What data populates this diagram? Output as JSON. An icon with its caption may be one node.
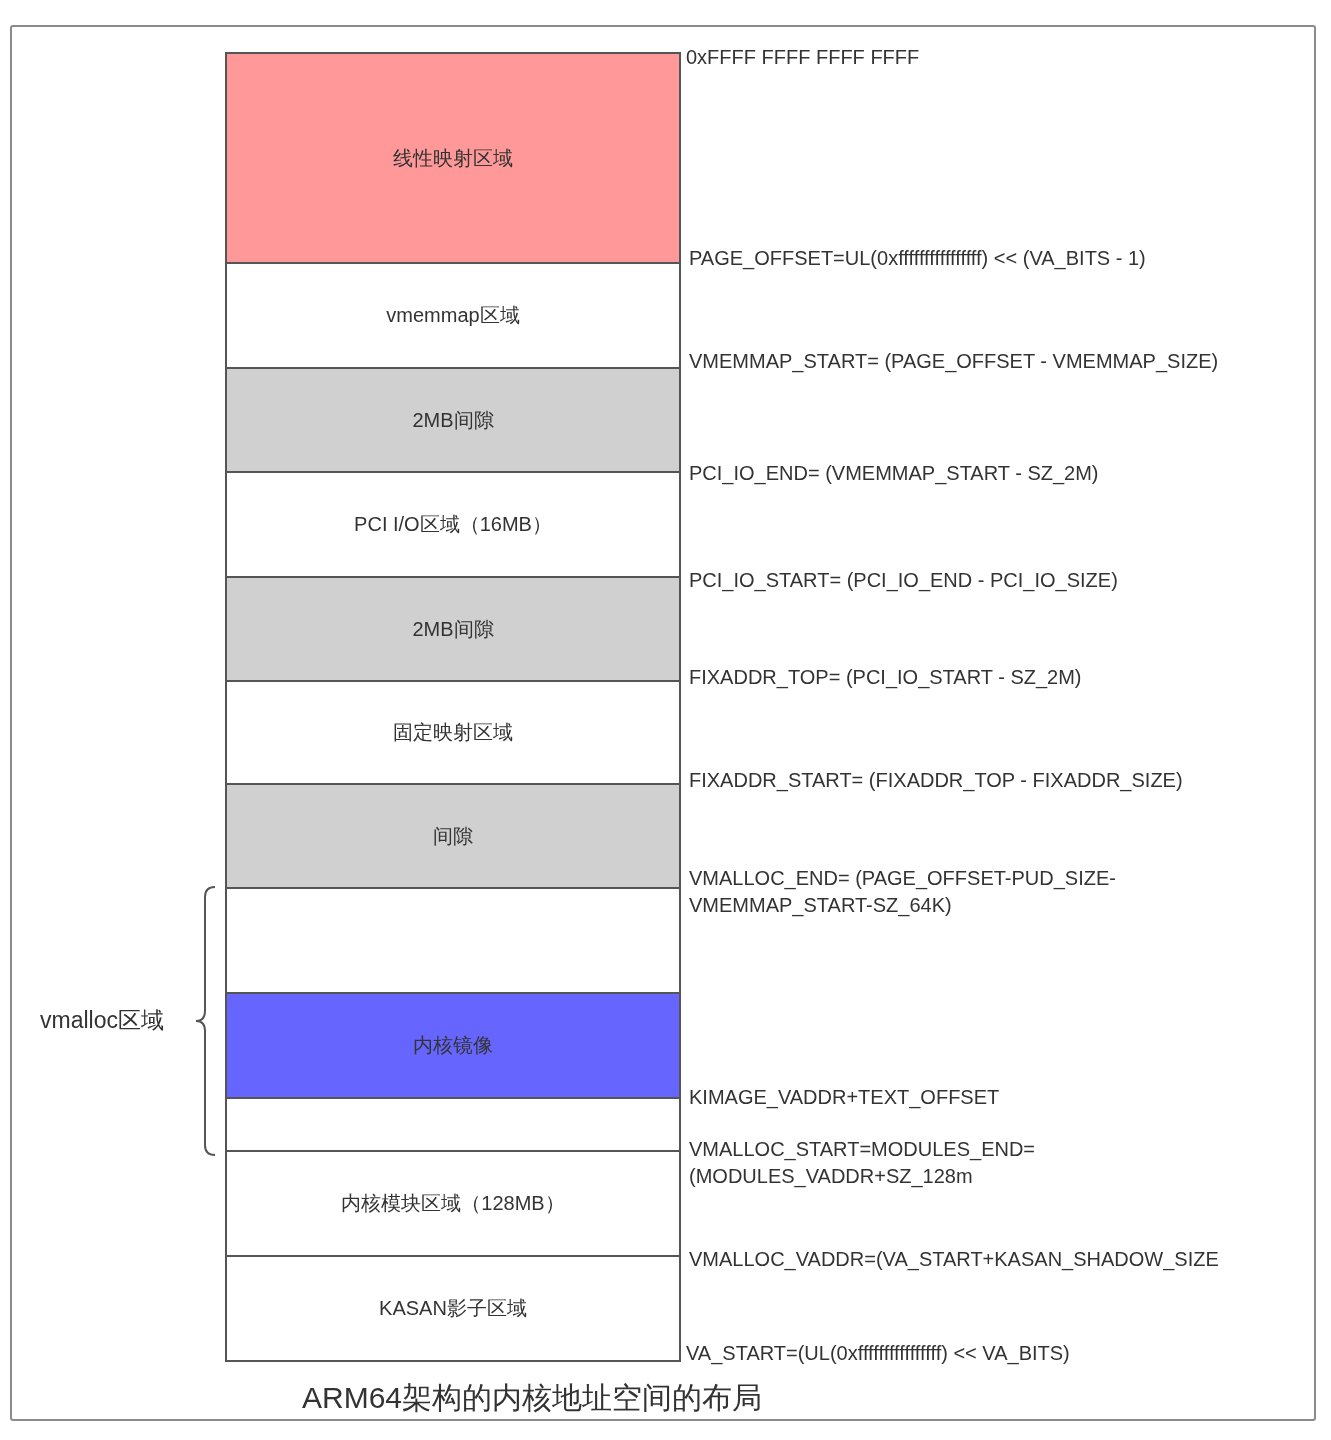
{
  "diagram": {
    "caption": "ARM64架构的内核地址空间的布局",
    "nodes": [
      {
        "text": [
          "线性映射区域"
        ]
      },
      {
        "text": [
          "vmemmap区域"
        ]
      },
      {
        "text": [
          "2MB间隙"
        ]
      },
      {
        "text": [
          "PCI I/O区域（16MB）"
        ]
      },
      {
        "text": [
          "2MB间隙"
        ]
      },
      {
        "text": [
          "固定映射区域"
        ]
      },
      {
        "text": [
          "间隙"
        ]
      },
      {
        "text": [],
        "shape": "box"
      },
      {
        "text": [
          "内核镜像"
        ]
      },
      {
        "text": [],
        "shape": "box"
      },
      {
        "text": [
          "内核模块区域（128MB）"
        ]
      },
      {
        "text": [
          "KASAN影子区域"
        ]
      }
    ],
    "labels": [
      "0xFFFF FFFF FFFF FFFF",
      "PAGE_OFFSET=UL(0xffffffffffffffff) << (VA_BITS - 1)",
      "VMEMMAP_START= (PAGE_OFFSET - VMEMMAP_SIZE)",
      "PCI_IO_END= (VMEMMAP_START - SZ_2M)",
      "PCI_IO_START= (PCI_IO_END - PCI_IO_SIZE)",
      "FIXADDR_TOP= (PCI_IO_START - SZ_2M)",
      "FIXADDR_START= (FIXADDR_TOP - FIXADDR_SIZE)",
      "VMALLOC_END= (PAGE_OFFSET-PUD_SIZE- VMEMMAP_START-SZ_64K)",
      "vmalloc区域",
      "KIMAGE_VADDR+TEXT_OFFSET",
      "VMALLOC_START=MODULES_END= (MODULES_VADDR+SZ_128m",
      "VMALLOC_VADDR=(VA_START+KASAN_SHADOW_SIZE",
      "VA_START=(UL(0xffffffffffffffff) << VA_BITS)"
    ]
  }
}
